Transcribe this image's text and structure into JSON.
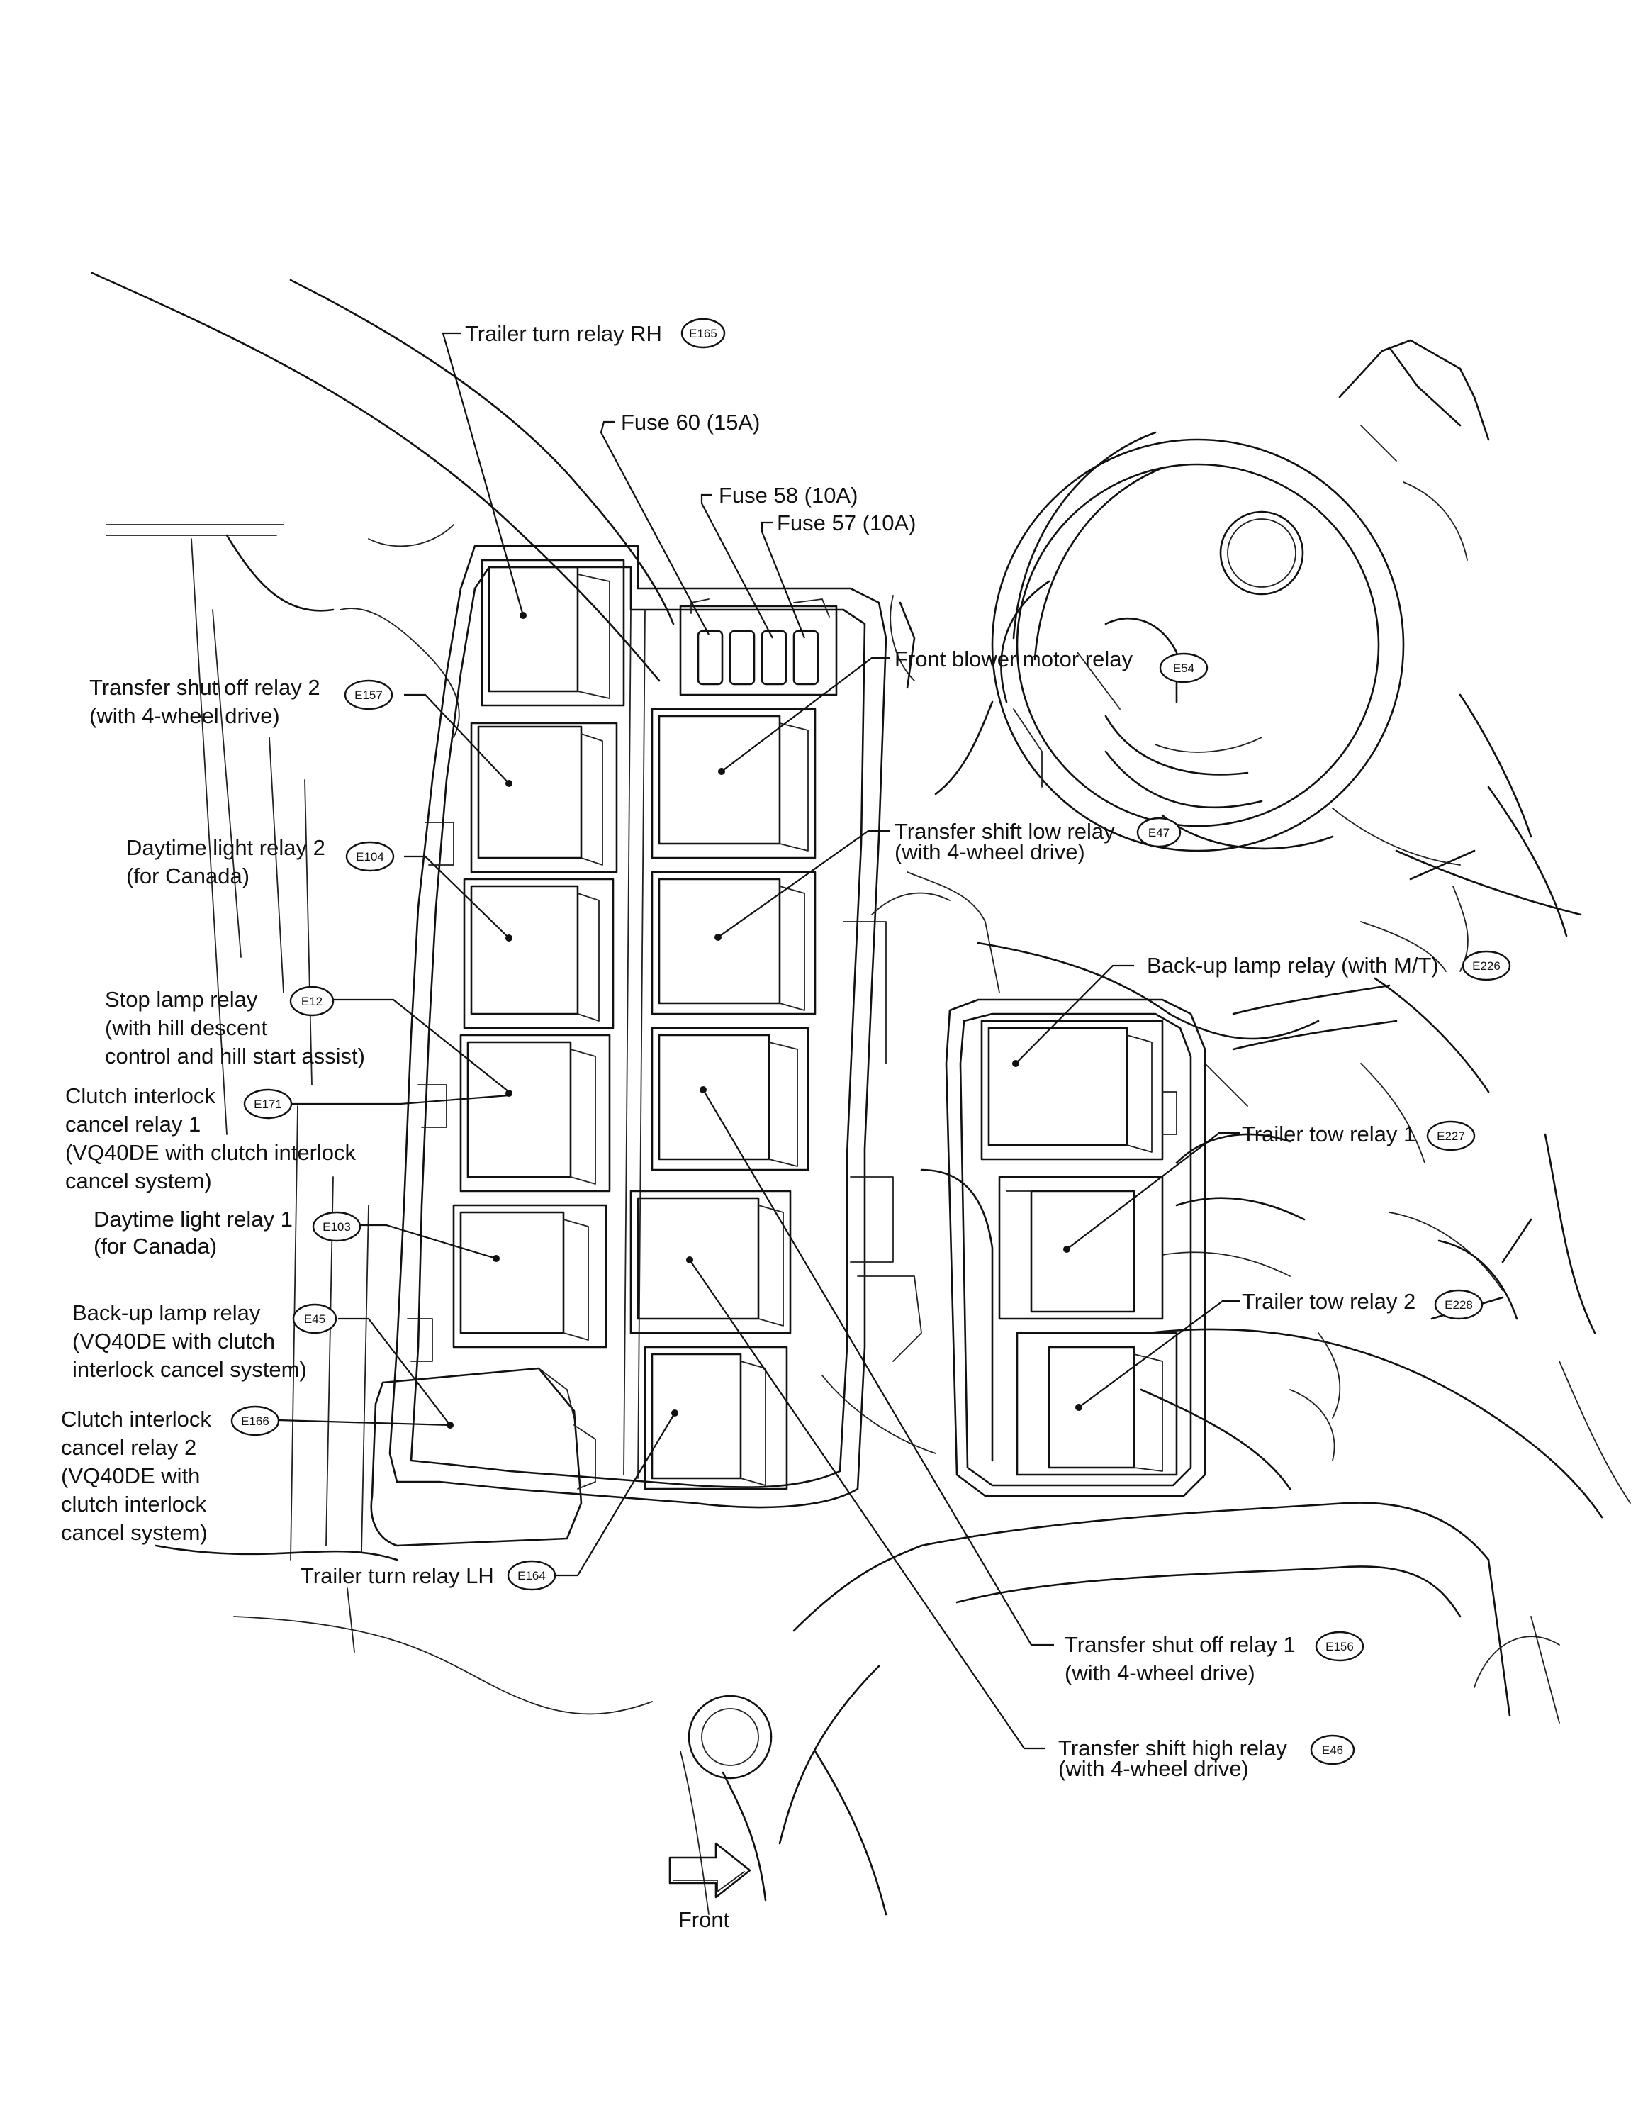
{
  "labels": {
    "trailer_turn_relay_rh": "Trailer turn relay RH",
    "fuse_60": "Fuse 60 (15A)",
    "fuse_58": "Fuse 58 (10A)",
    "fuse_57": "Fuse 57 (10A)",
    "front_blower_motor_relay": "Front blower motor relay",
    "transfer_shut_off_relay_2": [
      "Transfer shut off relay 2",
      "(with 4-wheel drive)"
    ],
    "transfer_shift_low_relay": [
      "Transfer shift low relay",
      "(with 4-wheel drive)"
    ],
    "daytime_light_relay_2": [
      "Daytime light relay 2",
      "(for Canada)"
    ],
    "back_up_lamp_relay_mt": "Back-up lamp relay (with M/T)",
    "stop_lamp_relay": [
      "Stop lamp relay",
      "(with hill descent",
      "control and hill start assist)"
    ],
    "clutch_interlock_cancel_relay_1": [
      "Clutch interlock",
      "cancel relay 1",
      "(VQ40DE with clutch interlock",
      "cancel system)"
    ],
    "trailer_tow_relay_1": "Trailer tow relay 1",
    "daytime_light_relay_1": [
      "Daytime light relay 1",
      "(for Canada)"
    ],
    "trailer_tow_relay_2": "Trailer tow relay 2",
    "back_up_lamp_relay_vq": [
      "Back-up lamp relay",
      "(VQ40DE with clutch",
      "interlock cancel system)"
    ],
    "clutch_interlock_cancel_relay_2": [
      "Clutch interlock",
      "cancel relay 2",
      "(VQ40DE with",
      "clutch interlock",
      "cancel system)"
    ],
    "trailer_turn_relay_lh": "Trailer turn relay LH",
    "transfer_shut_off_relay_1": [
      "Transfer shut off relay 1",
      "(with 4-wheel drive)"
    ],
    "transfer_shift_high_relay": [
      "Transfer shift high relay",
      "(with 4-wheel drive)"
    ]
  },
  "connectors": {
    "trailer_turn_relay_rh": "E165",
    "front_blower_motor_relay": "E54",
    "transfer_shut_off_relay_2": "E157",
    "transfer_shift_low_relay": "E47",
    "daytime_light_relay_2": "E104",
    "back_up_lamp_relay_mt": "E226",
    "stop_lamp_relay": "E12",
    "clutch_interlock_cancel_relay_1": "E171",
    "trailer_tow_relay_1": "E227",
    "daytime_light_relay_1": "E103",
    "trailer_tow_relay_2": "E228",
    "back_up_lamp_relay_vq": "E45",
    "clutch_interlock_cancel_relay_2": "E166",
    "trailer_turn_relay_lh": "E164",
    "transfer_shut_off_relay_1": "E156",
    "transfer_shift_high_relay": "E46"
  },
  "front_label": "Front"
}
